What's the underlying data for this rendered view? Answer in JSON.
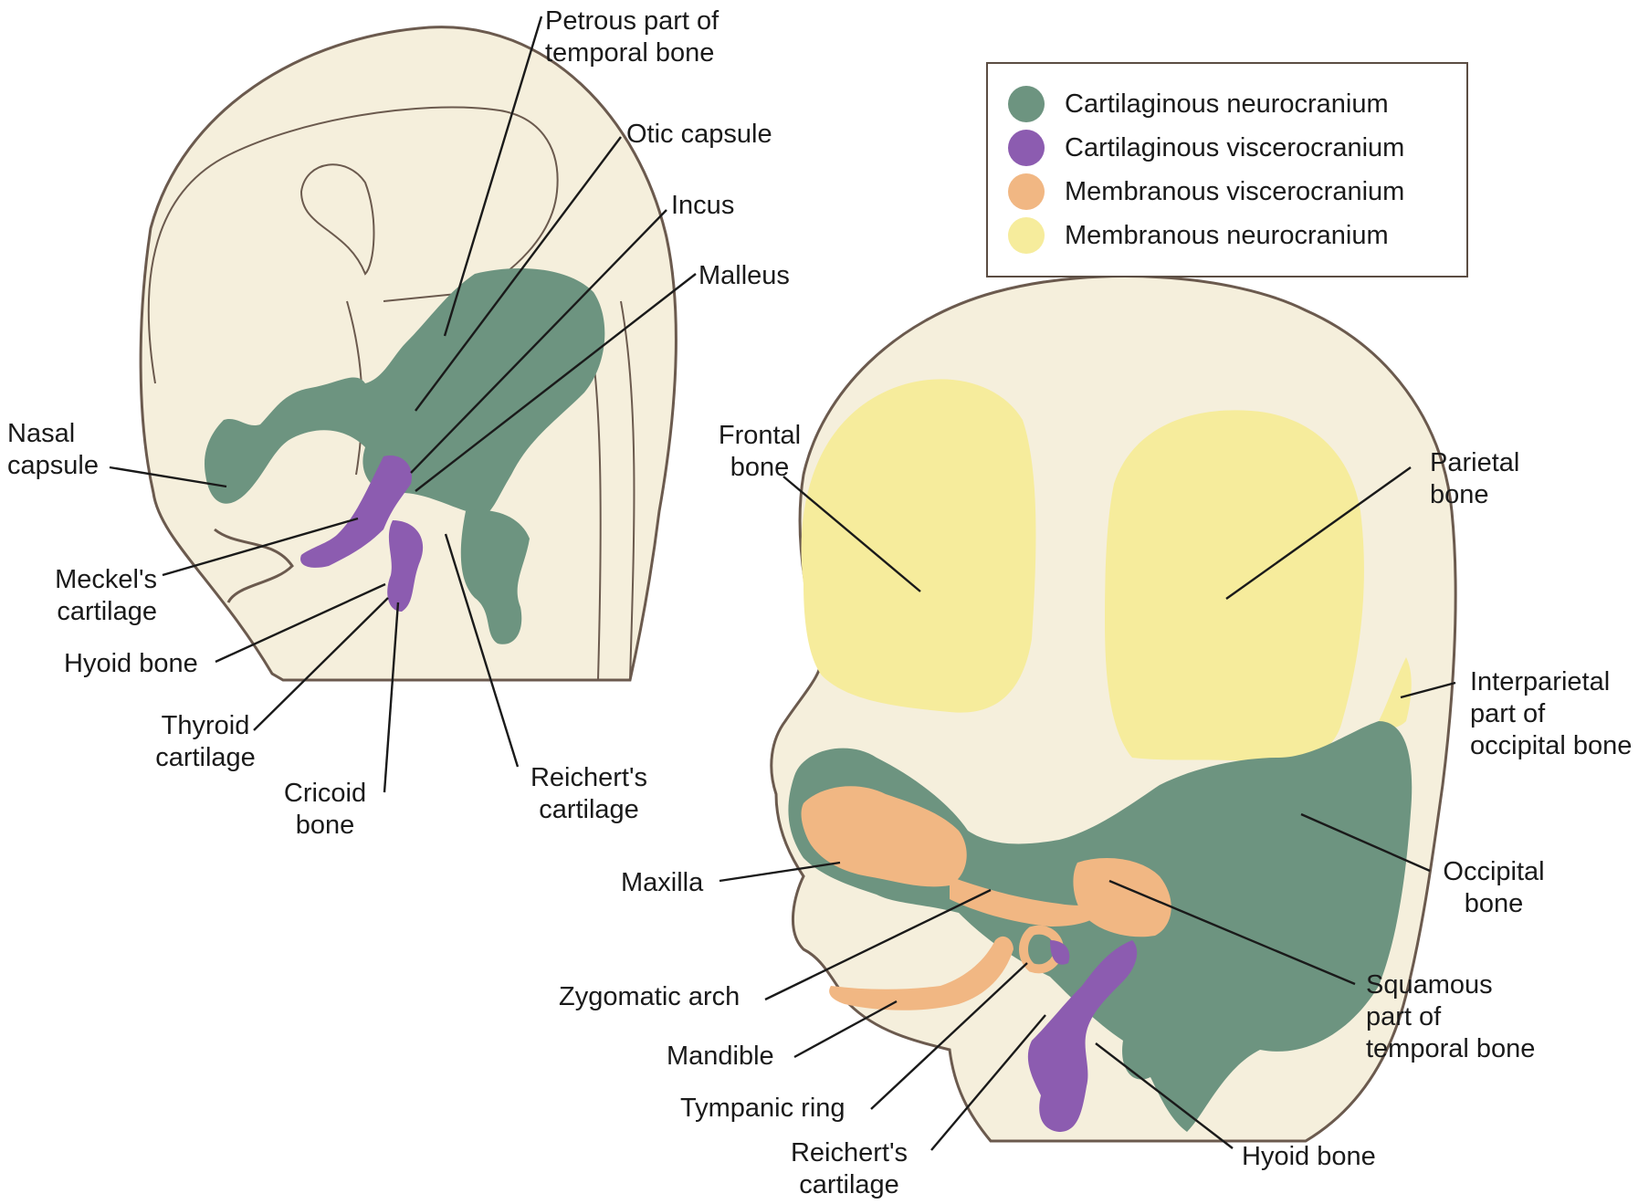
{
  "legend": {
    "items": [
      {
        "label": "Cartilaginous neurocranium",
        "color": "#6d9480"
      },
      {
        "label": "Cartilaginous viscerocranium",
        "color": "#8c5cb0"
      },
      {
        "label": "Membranous viscerocranium",
        "color": "#f1b783"
      },
      {
        "label": "Membranous neurocranium",
        "color": "#f6ec9c"
      }
    ]
  },
  "colors": {
    "skin": "#f5efdc",
    "outline": "#6b5a4e",
    "cartilaginous_neurocranium": "#6d9480",
    "cartilaginous_viscerocranium": "#8c5cb0",
    "membranous_viscerocranium": "#f1b783",
    "membranous_neurocranium": "#f6ec9c"
  },
  "figure_a": {
    "petrous": "Petrous part of\ntemporal bone",
    "otic_capsule": "Otic capsule",
    "incus": "Incus",
    "malleus": "Malleus",
    "nasal_capsule": "Nasal\ncapsule",
    "meckels_cartilage": "Meckel's\ncartilage",
    "hyoid_bone": "Hyoid bone",
    "thyroid_cartilage": "Thyroid\ncartilage",
    "cricoid_bone": "Cricoid\nbone",
    "reicherts_cartilage": "Reichert's\ncartilage"
  },
  "figure_b": {
    "frontal_bone": "Frontal\nbone",
    "parietal_bone": "Parietal\nbone",
    "interparietal": "Interparietal\npart of\noccipital bone",
    "occipital_bone": "Occipital\nbone",
    "maxilla": "Maxilla",
    "zygomatic_arch": "Zygomatic arch",
    "squamous": "Squamous\npart of\ntemporal bone",
    "mandible": "Mandible",
    "tympanic_ring": "Tympanic ring",
    "reicherts_cartilage": "Reichert's\ncartilage",
    "hyoid_bone": "Hyoid bone"
  }
}
